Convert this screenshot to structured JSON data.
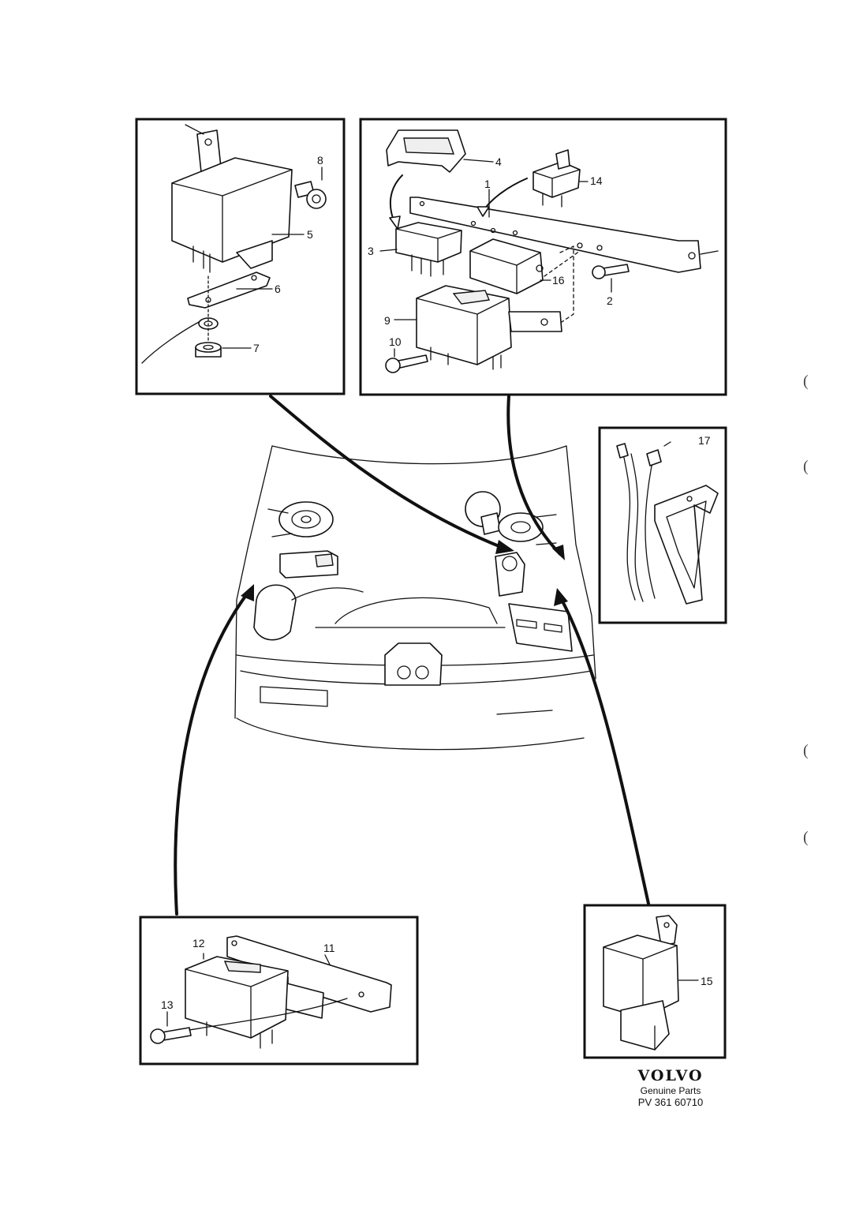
{
  "callouts": {
    "p1": "1",
    "p2": "2",
    "p3": "3",
    "p4": "4",
    "p5": "5",
    "p6": "6",
    "p7": "7",
    "p8": "8",
    "p9": "9",
    "p10": "10",
    "p11": "11",
    "p12": "12",
    "p13": "13",
    "p14": "14",
    "p15": "15",
    "p16": "16",
    "p17": "17"
  },
  "branding": {
    "logo": "VOLVO",
    "subtitle": "Genuine Parts",
    "code": "PV 361 60710"
  },
  "margin_marks": [
    "(",
    "(",
    "(",
    "("
  ],
  "colors": {
    "ink": "#111111",
    "paper": "#ffffff"
  }
}
